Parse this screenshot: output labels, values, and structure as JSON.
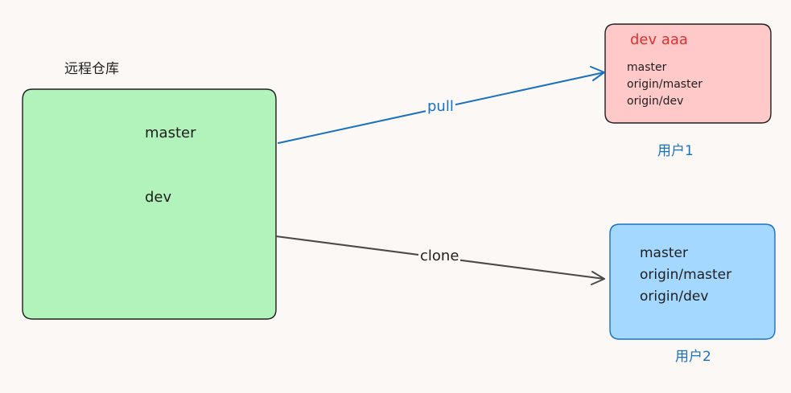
{
  "remote": {
    "title": "远程仓库",
    "branches": [
      "master",
      "dev"
    ],
    "fill": "#b2f2bb"
  },
  "user1": {
    "name": "用户1",
    "current_branch": "dev aaa",
    "branches": [
      "master",
      "origin/master",
      "origin/dev"
    ],
    "fill": "#ffc9c9"
  },
  "user2": {
    "name": "用户2",
    "branches": [
      "master",
      "origin/master",
      "origin/dev"
    ],
    "fill": "#a5d8ff"
  },
  "edges": {
    "pull": {
      "label": "pull",
      "color": "#1971c2"
    },
    "clone": {
      "label": "clone",
      "color": "#1e1e1e"
    }
  }
}
